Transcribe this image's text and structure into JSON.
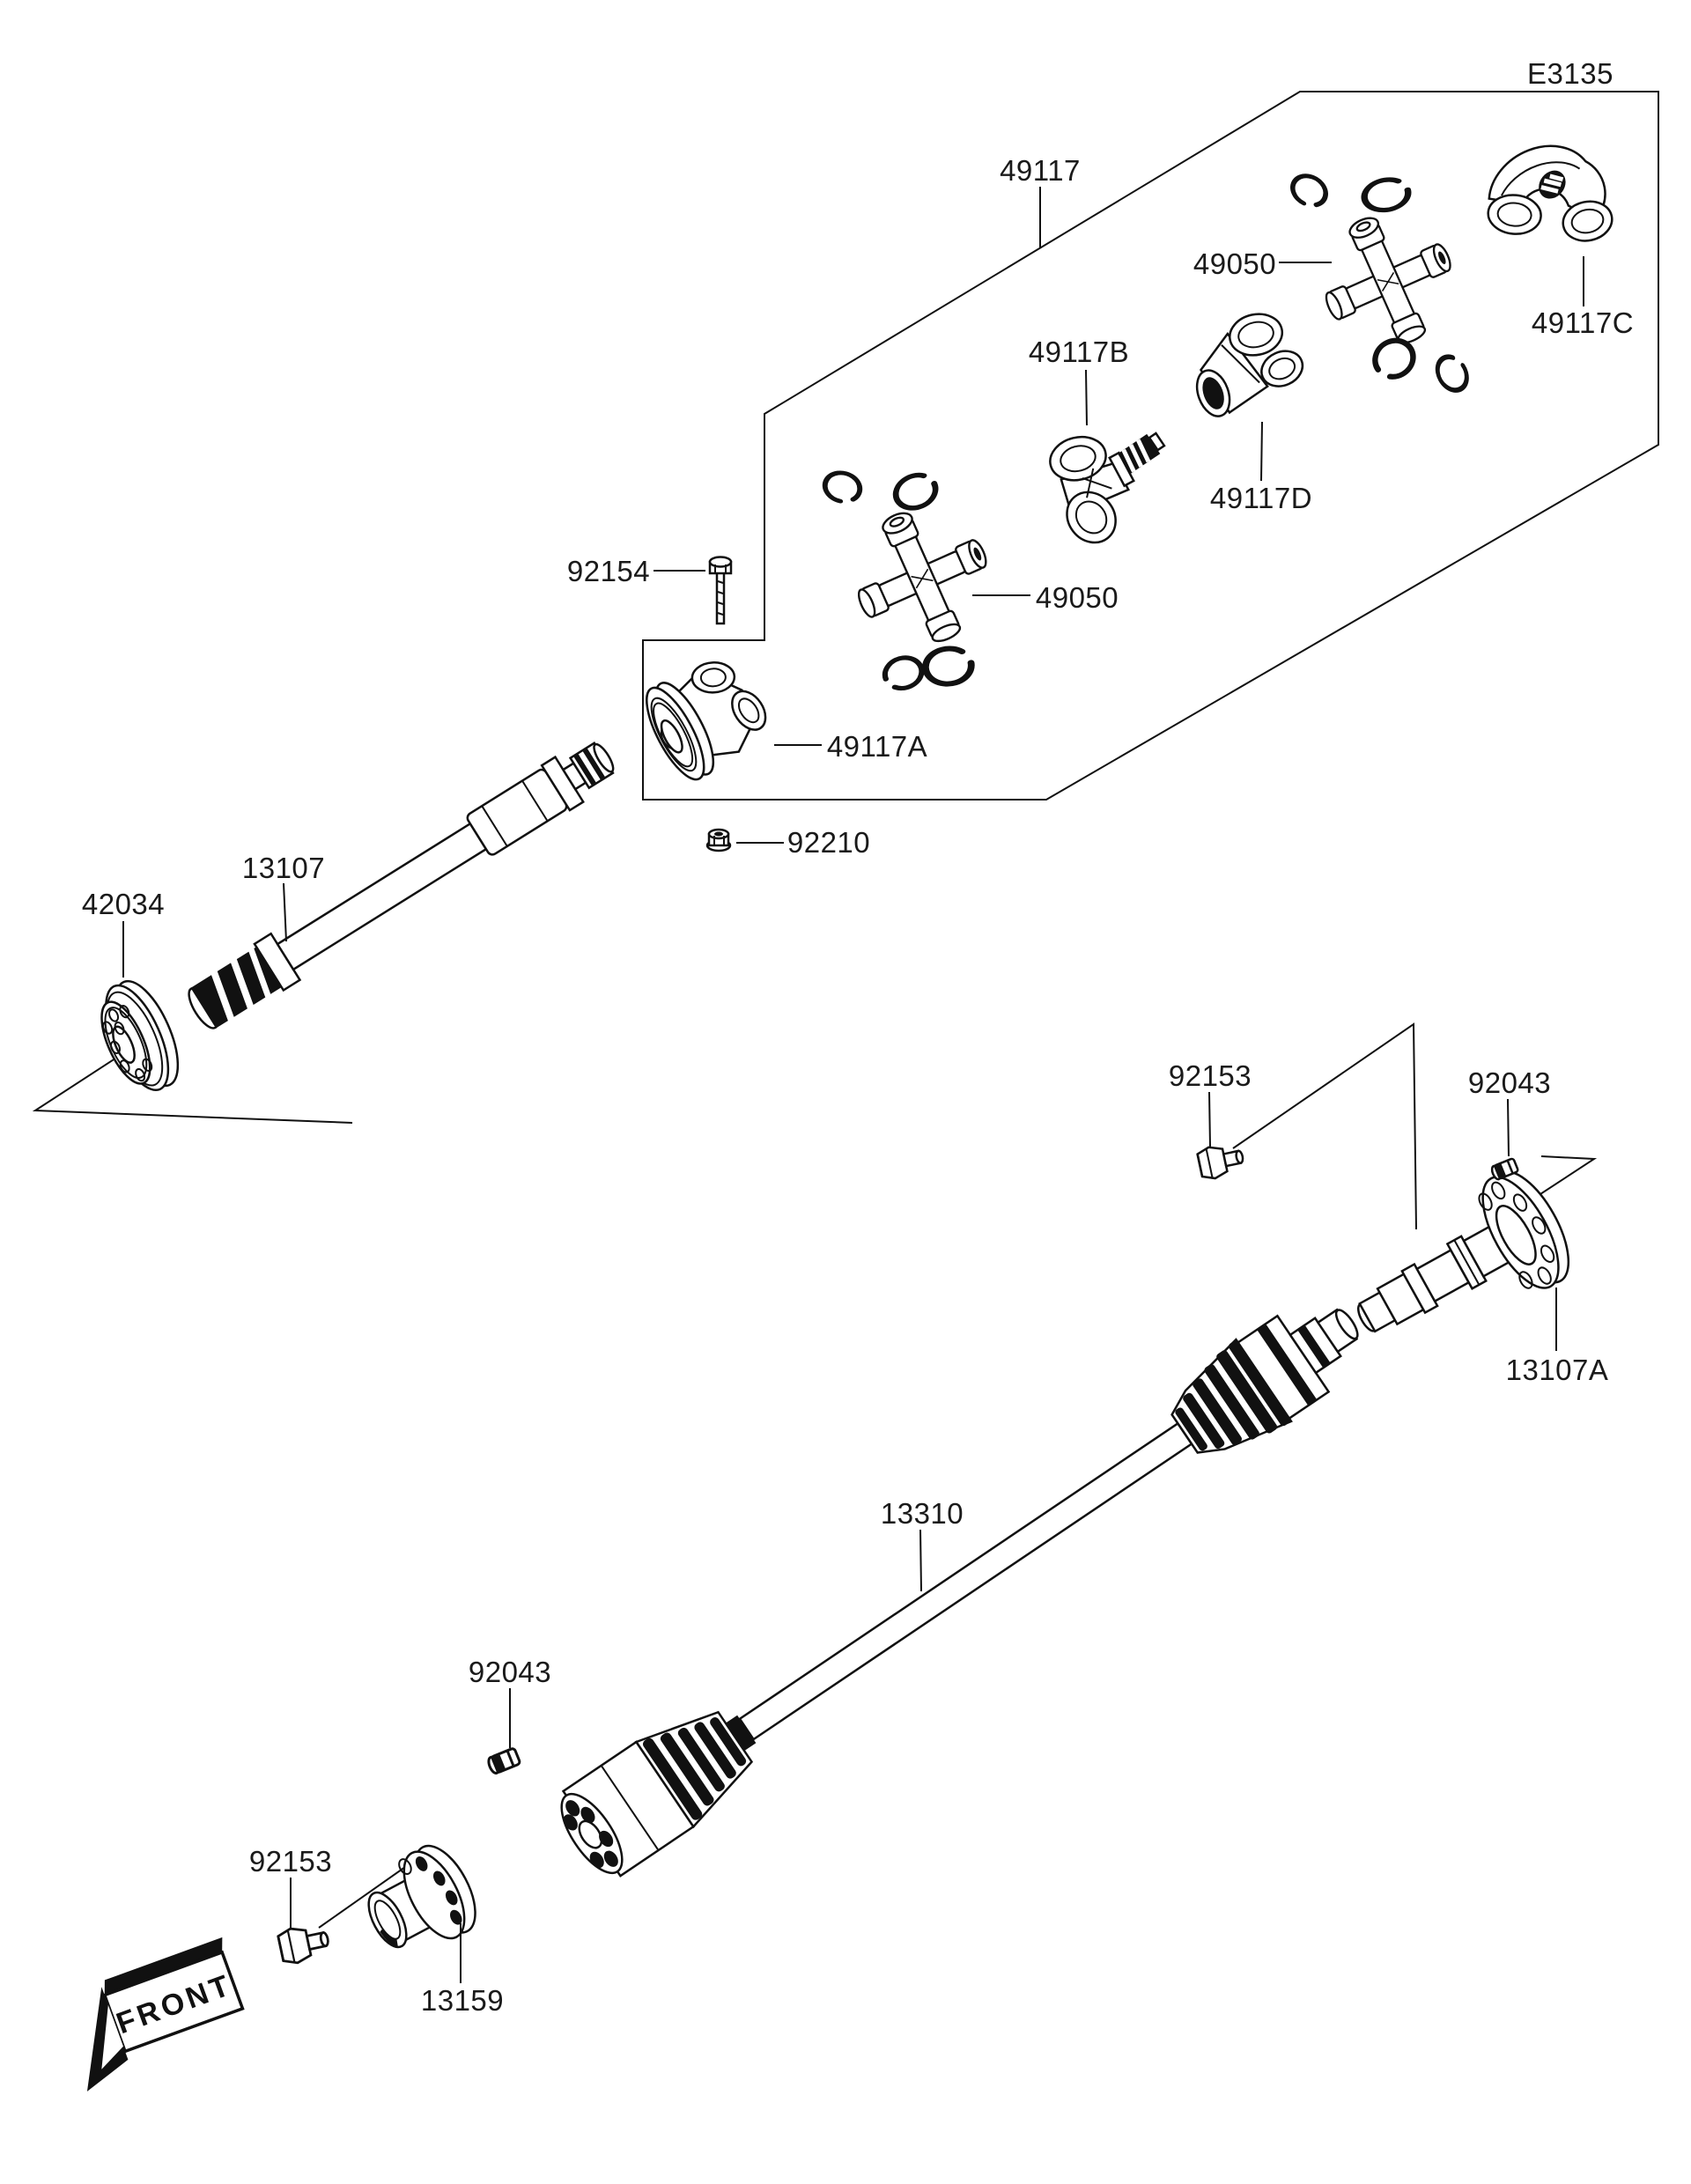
{
  "diagram": {
    "code": "E3135",
    "front_label": "FRONT",
    "background_color": "#ffffff",
    "line_color": "#111111",
    "labels": {
      "p49117": "49117",
      "p49050": "49050",
      "p49117a": "49117A",
      "p49117b": "49117B",
      "p49117c": "49117C",
      "p49117d": "49117D",
      "p92154": "92154",
      "p92210": "92210",
      "p13107": "13107",
      "p13107a": "13107A",
      "p42034": "42034",
      "p92153": "92153",
      "p92043": "92043",
      "p13310": "13310",
      "p13159": "13159"
    },
    "callout_instances": [
      "E3135",
      "49117",
      "49050",
      "49117C",
      "49117B",
      "49117D",
      "92154",
      "49050",
      "49117A",
      "92210",
      "13107",
      "42034",
      "92153",
      "92043",
      "13107A",
      "13310",
      "92043",
      "92153",
      "13159",
      "FRONT"
    ]
  }
}
